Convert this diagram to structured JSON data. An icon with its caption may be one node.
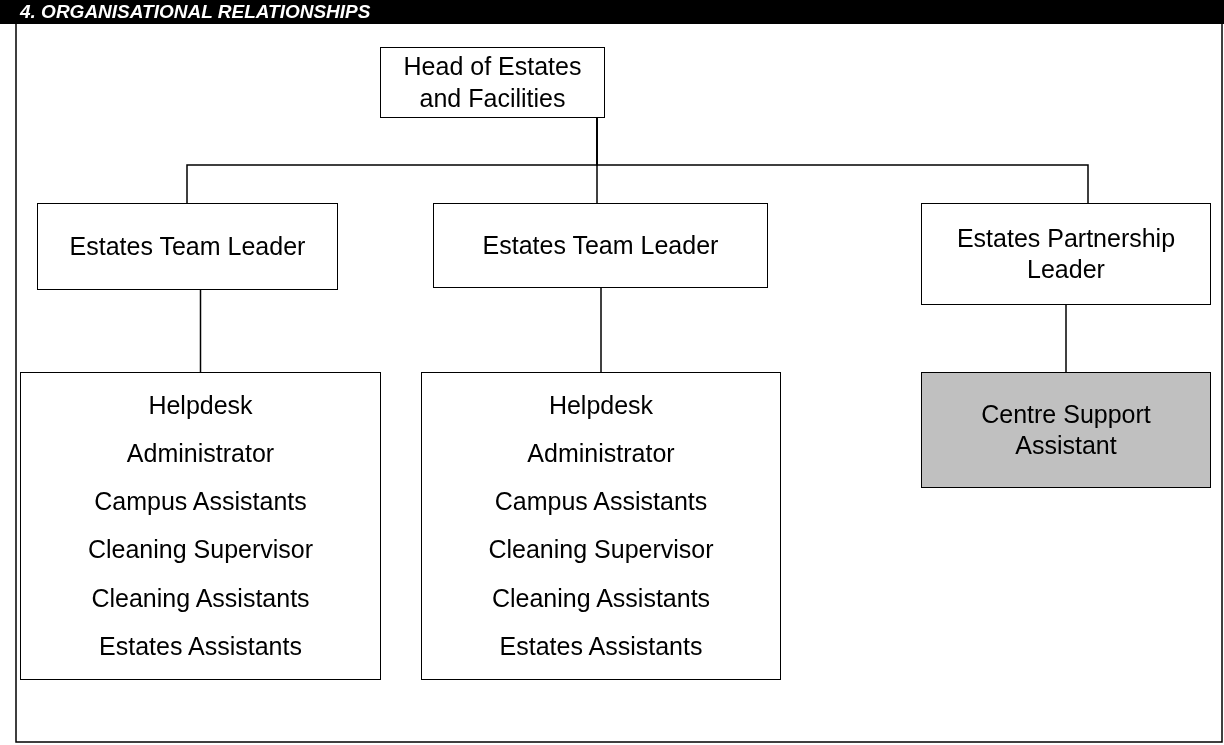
{
  "diagram": {
    "title": "4. ORGANISATIONAL RELATIONSHIPS",
    "nodes": [
      {
        "text": [
          "Head of Estates and Facilities"
        ]
      },
      {
        "text": [
          "Estates Team Leader"
        ]
      },
      {
        "text": [
          "Estates Team Leader"
        ]
      },
      {
        "text": [
          "Estates Partnership Leader"
        ]
      },
      {
        "text": [
          "Helpdesk",
          "Administrator",
          "Campus Assistants",
          "Cleaning Supervisor",
          "Cleaning Assistants",
          "Estates Assistants"
        ]
      },
      {
        "text": [
          "Helpdesk",
          "Administrator",
          "Campus Assistants",
          "Cleaning Supervisor",
          "Cleaning Assistants",
          "Estates Assistants"
        ]
      },
      {
        "text": [
          "Centre Support Assistant"
        ]
      }
    ],
    "edges": [
      {
        "from": 0,
        "to": 1,
        "arrow": "none"
      },
      {
        "from": 0,
        "to": 2,
        "arrow": "none"
      },
      {
        "from": 0,
        "to": 3,
        "arrow": "none"
      },
      {
        "from": 1,
        "to": 4,
        "arrow": "none"
      },
      {
        "from": 2,
        "to": 5,
        "arrow": "none"
      },
      {
        "from": 3,
        "to": 6,
        "arrow": "none",
        "color": "#000000"
      }
    ]
  }
}
